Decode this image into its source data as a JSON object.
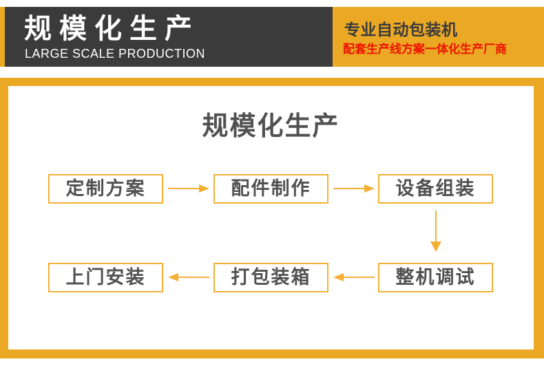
{
  "theme": {
    "yellow": "#EAA824",
    "arrow_yellow": "#F5AF33",
    "dark": "#3B3B3B",
    "red": "#EE1100",
    "text_gray": "#515151"
  },
  "header": {
    "left": {
      "title": "规模化生产",
      "subtitle": "LARGE SCALE PRODUCTION"
    },
    "right": {
      "title": "专业自动包装机",
      "subtitle": "配套生产线方案一体化生产厂商"
    }
  },
  "panel": {
    "title": "规模化生产"
  },
  "flow": {
    "row1": [
      {
        "label": "定制方案"
      },
      {
        "label": "配件制作"
      },
      {
        "label": "设备组装"
      }
    ],
    "row2": [
      {
        "label": "上门安装"
      },
      {
        "label": "打包装箱"
      },
      {
        "label": "整机调试"
      }
    ]
  }
}
